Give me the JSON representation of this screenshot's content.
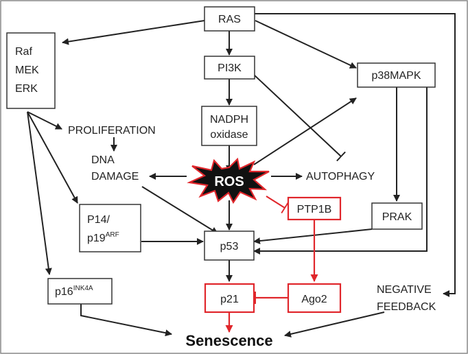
{
  "nodes": {
    "ras": "RAS",
    "raf": "Raf",
    "mek": "MEK",
    "erk": "ERK",
    "pi3k": "PI3K",
    "p38mapk": "p38MAPK",
    "nadph_line1": "NADPH",
    "nadph_line2": "oxidase",
    "proliferation": "PROLIFERATION",
    "dna_damage_line1": "DNA",
    "dna_damage_line2": "DAMAGE",
    "ros": "ROS",
    "autophagy": "AUTOPHAGY",
    "ptp1b": "PTP1B",
    "prak": "PRAK",
    "p14_line1": "P14/",
    "p19_base": "p19",
    "p19_sup": "ARF",
    "p53": "p53",
    "p16_base": "p16",
    "p16_sup": "INK4A",
    "p21": "p21",
    "ago2": "Ago2",
    "negative_feedback_line1": "NEGATIVE",
    "negative_feedback_line2": "FEEDBACK",
    "senescence": "Senescence"
  },
  "colors": {
    "border": "#888888",
    "box_stroke": "#333333",
    "arrow": "#222222",
    "red": "#e0262b",
    "ros_fill": "#111111"
  }
}
